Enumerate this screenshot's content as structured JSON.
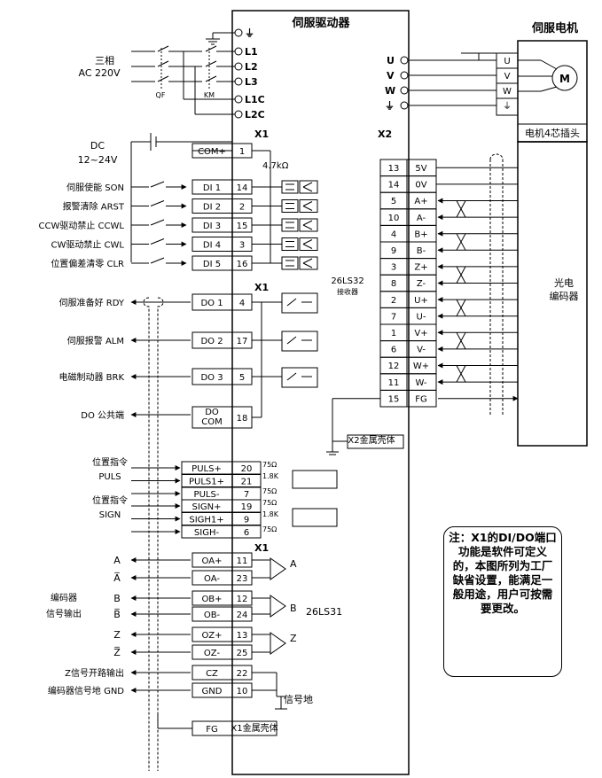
{
  "titles": {
    "drive": "伺服驱动器",
    "motor": "伺服电机",
    "motor_plug": "电机4芯插头",
    "encoder": [
      "光电",
      "编码器"
    ],
    "receiver": [
      "26LS32",
      "接收器"
    ],
    "driver_chip": "26LS31",
    "x1": "X1",
    "x2": "X2",
    "x2_shell": "X2金属壳体",
    "x1_shell": "X1金属壳体",
    "signal_ground": "信号地",
    "motor_m": "M",
    "resistor_47k": "4.7kΩ"
  },
  "power": {
    "label": [
      "三相",
      "AC 220V"
    ],
    "qf": "QF",
    "km": "KM",
    "terminals": [
      "L1",
      "L2",
      "L3",
      "L1C",
      "L2C"
    ],
    "ground": "⏚",
    "motor_terminals": [
      "U",
      "V",
      "W",
      "⏚"
    ]
  },
  "dc": {
    "label": [
      "DC",
      "12~24V"
    ]
  },
  "inputs": [
    {
      "name": "COM+",
      "pin": "1",
      "label": ""
    },
    {
      "name": "DI 1",
      "pin": "14",
      "label": "伺服使能  SON"
    },
    {
      "name": "DI 2",
      "pin": "2",
      "label": "报警清除  ARST"
    },
    {
      "name": "DI 3",
      "pin": "15",
      "label": "CCW驱动禁止  CCWL"
    },
    {
      "name": "DI 4",
      "pin": "3",
      "label": "CW驱动禁止  CWL"
    },
    {
      "name": "DI 5",
      "pin": "16",
      "label": "位置偏差清零  CLR"
    }
  ],
  "outputs": [
    {
      "name": "DO 1",
      "pin": "4",
      "label": "伺服准备好  RDY"
    },
    {
      "name": "DO 2",
      "pin": "17",
      "label": "伺服报警  ALM"
    },
    {
      "name": "DO 3",
      "pin": "5",
      "label": "电磁制动器  BRK"
    },
    {
      "name": "DO\nCOM",
      "name1": "DO",
      "name2": "COM",
      "pin": "18",
      "label": "DO  公共端"
    }
  ],
  "pulse": {
    "label": [
      "位置指令",
      "PULS"
    ],
    "pins": [
      {
        "name": "PULS+",
        "pin": "20"
      },
      {
        "name": "PULS1+",
        "pin": "21"
      },
      {
        "name": "PULS-",
        "pin": "7"
      }
    ]
  },
  "sign": {
    "label": [
      "位置指令",
      "SIGN"
    ],
    "pins": [
      {
        "name": "SIGN+",
        "pin": "19"
      },
      {
        "name": "SIGH1+",
        "pin": "9"
      },
      {
        "name": "SIGH-",
        "pin": "6"
      }
    ]
  },
  "resistors": {
    "r75": "75Ω",
    "r18k": "1.8K"
  },
  "enc_out": {
    "pins": [
      {
        "name": "OA+",
        "pin": "11",
        "sig": "A"
      },
      {
        "name": "OA-",
        "pin": "23",
        "sig": "A̅"
      },
      {
        "name": "OB+",
        "pin": "12",
        "sig": "B"
      },
      {
        "name": "OB-",
        "pin": "24",
        "sig": "B̅"
      },
      {
        "name": "OZ+",
        "pin": "13",
        "sig": "Z"
      },
      {
        "name": "OZ-",
        "pin": "25",
        "sig": "Z̅"
      }
    ],
    "group_label": [
      "编码器",
      "信号输出"
    ],
    "chip_labels": [
      "A",
      "B",
      "Z"
    ]
  },
  "misc_out": [
    {
      "name": "CZ",
      "pin": "22",
      "label": "Z信号开路输出"
    },
    {
      "name": "GND",
      "pin": "10",
      "label": "编码器信号地  GND"
    },
    {
      "name": "FG",
      "pin": "",
      "label": ""
    }
  ],
  "x2_pins": [
    {
      "pin": "13",
      "name": "5V"
    },
    {
      "pin": "14",
      "name": "0V"
    },
    {
      "pin": "5",
      "name": "A+"
    },
    {
      "pin": "10",
      "name": "A-"
    },
    {
      "pin": "4",
      "name": "B+"
    },
    {
      "pin": "9",
      "name": "B-"
    },
    {
      "pin": "3",
      "name": "Z+"
    },
    {
      "pin": "8",
      "name": "Z-"
    },
    {
      "pin": "2",
      "name": "U+"
    },
    {
      "pin": "7",
      "name": "U-"
    },
    {
      "pin": "1",
      "name": "V+"
    },
    {
      "pin": "6",
      "name": "V-"
    },
    {
      "pin": "12",
      "name": "W+"
    },
    {
      "pin": "11",
      "name": "W-"
    },
    {
      "pin": "15",
      "name": "FG"
    }
  ],
  "note": "注：X1的DI/DO端口功能是软件可定义的，本图所列为工厂缺省设置，能满足一般用途，用户可按需要更改。"
}
